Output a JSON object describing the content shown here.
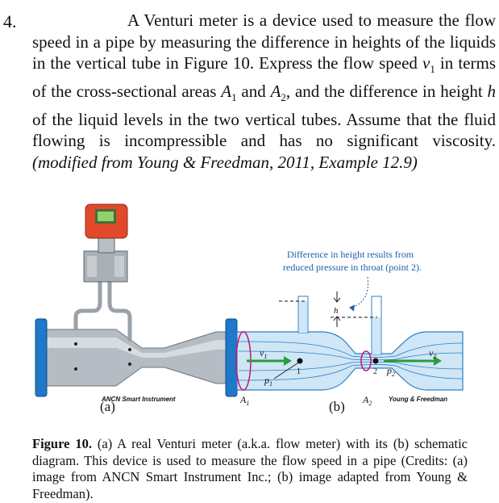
{
  "problem": {
    "number": "4.",
    "text_before_v1": "A Venturi meter is a device used to measure the flow speed in a pipe by measuring the difference in heights of the liquids in the vertical tube in Figure 10. Express the flow speed ",
    "var_v1": "v",
    "sub_1": "1",
    "text_after_v1": " in terms of the cross-sectional areas ",
    "var_A1": "A",
    "sub_A1": "1",
    "and_word": " and ",
    "var_A2": "A",
    "sub_A2": "2",
    "text_after_A2": ", and the difference in height ",
    "var_h": "h",
    "text_end": " of the liquid levels in the two vertical tubes. Assume that the fluid flowing is incompressible and has no significant viscosity. ",
    "citation": "(modified from Young & Freedman, 2011, Example 12.9)"
  },
  "figure": {
    "panel_a_label": "(a)",
    "panel_b_label": "(b)",
    "credit_a": "ANCN Smart Instrument",
    "credit_b": "Young & Freedman",
    "callout_line1": "Difference in height results from",
    "callout_line2": "reduced pressure in throat (point 2).",
    "h_label": "h",
    "v1_label": "v",
    "v1_sub": "1",
    "v2_label": "v",
    "v2_sub": "2",
    "p1_label": "p",
    "p1_sub": "1",
    "p2_label": "p",
    "p2_sub": "2",
    "A1_label": "A",
    "A1_sub": "1",
    "A2_label": "A",
    "A2_sub": "2",
    "point1_label": "1",
    "point2_label": "2",
    "colors": {
      "fluid": "#cfe6f6",
      "pipe_edge": "#2d7fc4",
      "arrow_green": "#2a9c3c",
      "ring_magenta": "#c4156e",
      "callout_blue": "#1f5fa8",
      "meter_red": "#e2492b",
      "flange_blue": "#1f78c8"
    }
  },
  "caption": {
    "label": "Figure 10.",
    "text": " (a) A real Venturi meter (a.k.a. flow meter) with its (b) schematic diagram. This device is used to measure the flow speed in a pipe (Credits: (a) image from ANCN Smart Instrument Inc.; (b) image adapted from Young & Freedman)."
  }
}
